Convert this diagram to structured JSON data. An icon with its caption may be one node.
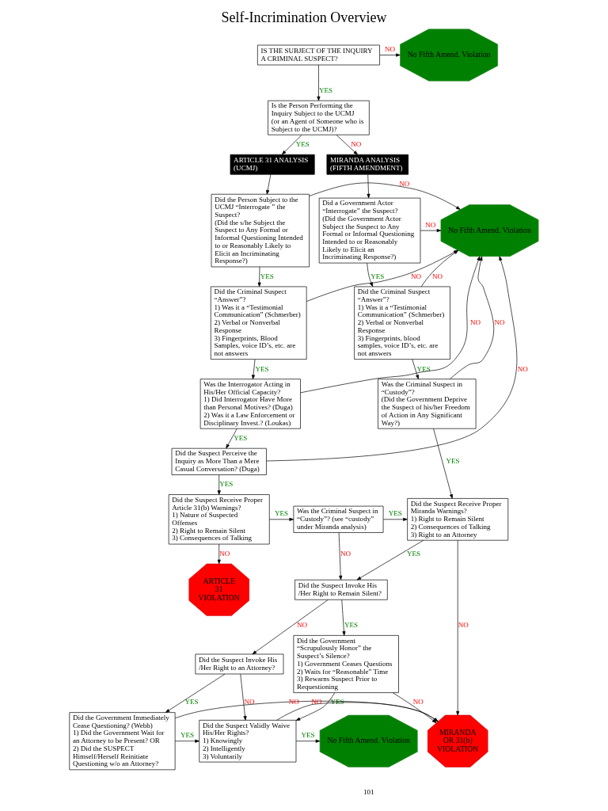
{
  "diagram": {
    "title": "Self-Incrimination Overview",
    "nodes": [
      {
        "text": [
          "IS THE SUBJECT OF THE INQUIRY A CRIMINAL SUSPECT?"
        ]
      },
      {
        "text": [
          "No Fifth Amend. Violation"
        ]
      },
      {
        "text": [
          "Is the Person Performing the Inquiry Subject to the UCMJ (or an Agent of Someone who is Subject to the UCMJ)?"
        ]
      },
      {
        "text": [
          "ARTICLE 31 ANALYSIS (UCMJ)"
        ]
      },
      {
        "text": [
          "MIRANDA ANALYSIS (FIFTH AMENDMENT)"
        ]
      },
      {
        "text": [
          "Did the Person Subject to the UCMJ “Interrogate ” the Suspect?",
          "(Did the s/he Subject the Suspect to Any Formal or Informal Questioning Intended to or Reasonably Likely to Elicit an Incriminating Response?)"
        ]
      },
      {
        "text": [
          "No Fifth Amend. Violation"
        ]
      },
      {
        "text": [
          "Did a Government Actor “Interrogate” the Suspect?",
          "(Did the Government Actor Subject the Suspect to Any Formal or Informal Questioning Intended to or Reasonably Likely to Elicit an Incriminating Response?)"
        ]
      },
      {
        "text": [
          "Did the Criminal Suspect “Answer”?",
          "1) Was it a “Testimonial Communication” (Schmerber)",
          "2) Verbal or Nonverbal Response",
          "3) Fingerprints, Blood Samples, voice ID’s, etc. are not answers"
        ]
      },
      {
        "text": [
          "Did the Criminal Suspect “Answer”?",
          "1) Was it a “Testimonial Communication” (Schmerber)",
          "2) Verbal or Nonverbal Response",
          "3) Fingerprints, blood samples, voice ID’s, etc. are not answers"
        ]
      },
      {
        "text": [
          "Was the Interrogator Acting in His/Her Official Capacity?",
          "1) Did Interrogator Have More than Personal Motives? (Duga)",
          "2) Was it a Law Enforcement or Disciplinary Invest.? (Loukas)"
        ]
      },
      {
        "text": [
          "Was the Criminal Suspect in “Custody”?",
          "(Did the Government Deprive the Suspect of his/her Freedom of Action in Any Significant Way?)"
        ]
      },
      {
        "text": [
          "Did the Suspect Perceive the Inquiry as More Than a Mere Casual Conversation? (Duga)"
        ]
      },
      {
        "text": [
          "Did the Suspect Receive Proper Article 31(b) Warnings?",
          "1) Nature of Suspected Offenses",
          "2) Right to Remain Silent",
          "3) Consequences of Talking"
        ]
      },
      {
        "text": [
          "Was the Criminal Suspect in “Custody”? (see “custody” under Miranda analysis)"
        ]
      },
      {
        "text": [
          "Did the Suspect Receive Proper Miranda Warnings?",
          "1) Right to Remain Silent",
          "2) Consequences of Talking",
          "3) Right to an Attorney"
        ]
      },
      {
        "text": [
          "ARTICLE",
          "31",
          "VIOLATION"
        ]
      },
      {
        "text": [
          "Did the Suspect Invoke His /Her Right to Remain Silent?"
        ]
      },
      {
        "text": [
          "Did the Suspect Invoke His /Her Right to an Attorney?"
        ]
      },
      {
        "text": [
          "Did the Government “Scrupulously Honor” the Suspect’s Silence?",
          "1) Government Ceases Questions",
          "2) Waits for “Reasonable” Time",
          "3) Rewarns Suspect Prior to Requestioning"
        ]
      },
      {
        "text": [
          "MIRANDA",
          "OR 31(b)",
          "VIOLATION"
        ]
      },
      {
        "text": [
          "Did the Government Immediately Cease Questioning? (Webb)",
          "1) Did the Government Wait for an Attorney to be Present? OR",
          "2) Did the SUSPECT Himself/Herself Reinitiate Questioning w/o an Attorney?"
        ]
      },
      {
        "text": [
          "Did the Suspect Validly Waive His/Her Rights?",
          "1) Knowingly",
          "2) Intelligently",
          "3) Voluntarily"
        ]
      },
      {
        "text": [
          "No Fifth Amend. Violation"
        ]
      }
    ],
    "edges": [
      {
        "from": 0,
        "to": 1,
        "arrow": "to",
        "label": "NO"
      },
      {
        "from": 0,
        "to": 2,
        "arrow": "to",
        "label": "YES"
      },
      {
        "from": 2,
        "to": 3,
        "arrow": "to",
        "label": "YES"
      },
      {
        "from": 2,
        "to": 4,
        "arrow": "to",
        "label": "NO"
      },
      {
        "from": 3,
        "to": 5,
        "arrow": "to"
      },
      {
        "from": 4,
        "to": 7,
        "arrow": "to"
      },
      {
        "from": 5,
        "to": 6,
        "arrow": "to",
        "label": "NO"
      },
      {
        "from": 7,
        "to": 6,
        "arrow": "to",
        "label": "NO"
      },
      {
        "from": 5,
        "to": 8,
        "arrow": "to",
        "label": "YES"
      },
      {
        "from": 8,
        "to": 6,
        "arrow": "to",
        "label": "NO"
      },
      {
        "from": 7,
        "to": 9,
        "arrow": "to",
        "label": "YES"
      },
      {
        "from": 9,
        "to": 6,
        "arrow": "to",
        "label": "NO"
      },
      {
        "from": 8,
        "to": 10,
        "arrow": "to",
        "label": "YES"
      },
      {
        "from": 10,
        "to": 6,
        "arrow": "to",
        "label": "NO"
      },
      {
        "from": 9,
        "to": 11,
        "arrow": "to",
        "label": "YES"
      },
      {
        "from": 11,
        "to": 6,
        "arrow": "to",
        "label": "NO"
      },
      {
        "from": 10,
        "to": 12,
        "arrow": "to",
        "label": "YES"
      },
      {
        "from": 12,
        "to": 6,
        "arrow": "to",
        "label": "NO"
      },
      {
        "from": 12,
        "to": 13,
        "arrow": "to",
        "label": "YES"
      },
      {
        "from": 11,
        "to": 15,
        "arrow": "to",
        "label": "YES"
      },
      {
        "from": 13,
        "to": 14,
        "arrow": "to",
        "label": "YES"
      },
      {
        "from": 14,
        "to": 15,
        "arrow": "to",
        "label": "YES"
      },
      {
        "from": 13,
        "to": 16,
        "arrow": "to",
        "label": "NO"
      },
      {
        "from": 14,
        "to": 17,
        "arrow": "to",
        "label": "NO"
      },
      {
        "from": 15,
        "to": 17,
        "arrow": "to",
        "label": "YES"
      },
      {
        "from": 15,
        "to": 20,
        "arrow": "to",
        "label": "NO"
      },
      {
        "from": 17,
        "to": 18,
        "arrow": "to",
        "label": "NO"
      },
      {
        "from": 17,
        "to": 19,
        "arrow": "to",
        "label": "YES"
      },
      {
        "from": 18,
        "to": 21,
        "arrow": "to",
        "label": "YES"
      },
      {
        "from": 18,
        "to": 22,
        "arrow": "to",
        "label": "NO"
      },
      {
        "from": 19,
        "to": 20,
        "arrow": "to",
        "label": "NO"
      },
      {
        "from": 19,
        "to": 22,
        "arrow": "to",
        "label": "YES"
      },
      {
        "from": 21,
        "to": 22,
        "arrow": "to",
        "label": "YES"
      },
      {
        "from": 22,
        "to": 23,
        "arrow": "to",
        "label": "YES"
      },
      {
        "from": 22,
        "to": 20,
        "arrow": "to",
        "label": "NO"
      },
      {
        "from": 21,
        "to": 20,
        "arrow": "to",
        "label": "NO"
      }
    ],
    "labels": [
      "101"
    ]
  }
}
